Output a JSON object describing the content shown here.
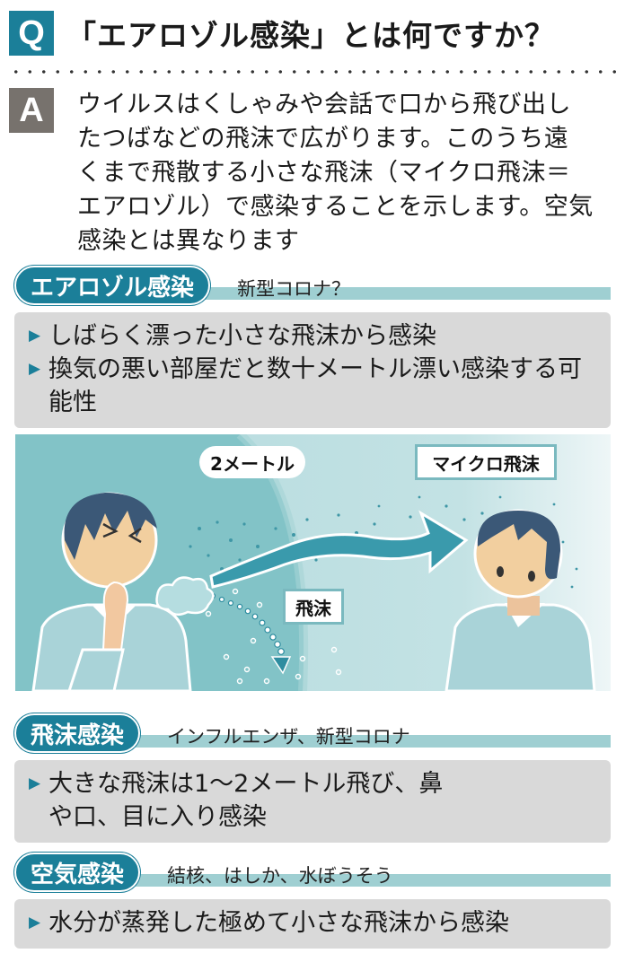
{
  "question": {
    "badge": "Q",
    "title": "「エアロゾル感染」とは何ですか？"
  },
  "answer": {
    "badge": "A",
    "lines": [
      "ウイルスはくしゃみや会話で口から飛び出し",
      "たつばなどの飛沫で広がります。このうち遠",
      "くまで飛散する小さな飛沫（マイクロ飛沫＝",
      "エアロゾル）で感染することを示します。空気",
      "感染とは異なります"
    ]
  },
  "sections": [
    {
      "title": "エアロゾル感染",
      "subtitle": "新型コロナ？",
      "bullets": [
        "しばらく漂った小さな飛沫から感染",
        "換気の悪い部屋だと数十メートル漂い感染する可能性"
      ]
    },
    {
      "title": "飛沫感染",
      "subtitle": "インフルエンザ、新型コロナ",
      "bullets": [
        "大きな飛沫は1〜2メートル飛び、鼻や口、目に入り感染"
      ]
    },
    {
      "title": "空気感染",
      "subtitle": "結核、はしか、水ぼうそう",
      "bullets": [
        "水分が蒸発した極めて小さな飛沫から感染"
      ]
    }
  ],
  "illustration": {
    "label_distance": "2メートル",
    "label_micro": "マイクロ飛沫",
    "label_droplet": "飛沫",
    "bullet_marker": "▶"
  },
  "colors": {
    "accent_teal": "#1b7f99",
    "light_teal_bar": "#9fcfd2",
    "a_badge_gray": "#77726d",
    "box_gray": "#d9d9d9",
    "illus_bg_dark": "#82c3c7",
    "illus_bg_light": "#b6dcdf"
  }
}
